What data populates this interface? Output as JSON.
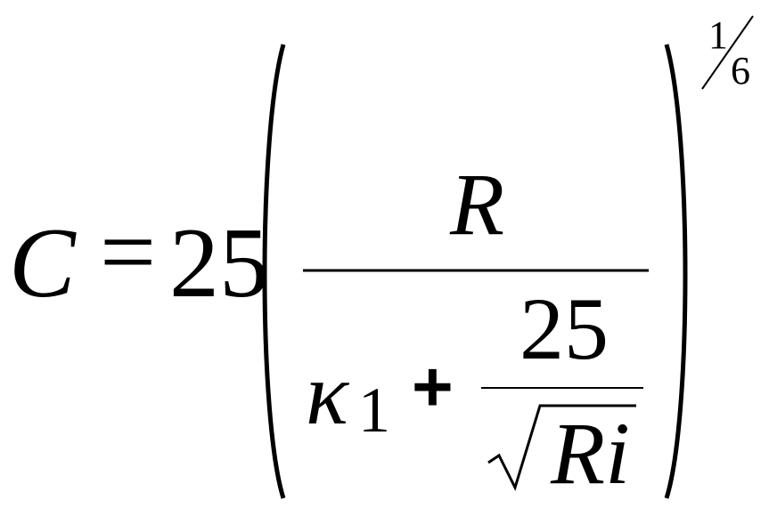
{
  "formula": {
    "lhs": "C",
    "equals": "=",
    "coefficient": "25",
    "numerator": "R",
    "kappa": "κ",
    "kappa_subscript": "1",
    "plus": "+",
    "inner_numerator": "25",
    "radicand": "Ri",
    "exponent_numerator": "1",
    "exponent_denominator": "6"
  }
}
